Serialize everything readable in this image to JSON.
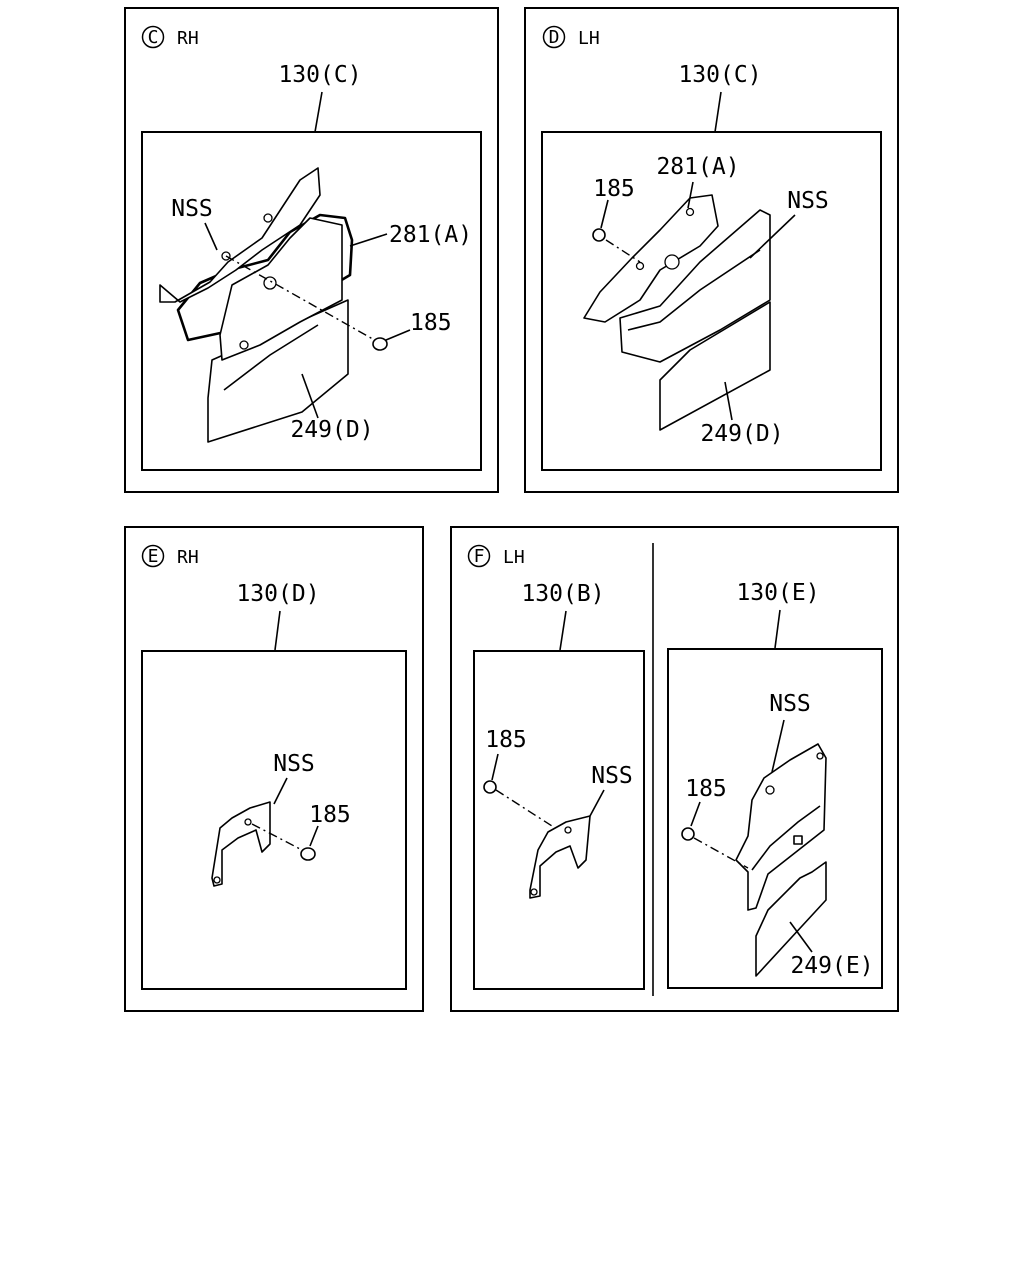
{
  "panels": [
    {
      "id": "C",
      "letter": "C",
      "side": "RH",
      "group_label": "130(C)",
      "callouts": {
        "nss": "NSS",
        "bracket": "281(A)",
        "bolt": "185",
        "pad": "249(D)"
      }
    },
    {
      "id": "D",
      "letter": "D",
      "side": "LH",
      "group_label": "130(C)",
      "callouts": {
        "nss": "NSS",
        "bracket": "281(A)",
        "bolt": "185",
        "pad": "249(D)"
      }
    },
    {
      "id": "E",
      "letter": "E",
      "side": "RH",
      "group_label": "130(D)",
      "callouts": {
        "nss": "NSS",
        "bolt": "185"
      }
    },
    {
      "id": "F",
      "letter": "F",
      "side": "LH",
      "group_label_left": "130(B)",
      "group_label_right": "130(E)",
      "callouts_left": {
        "bolt": "185",
        "nss": "NSS"
      },
      "callouts_right": {
        "nss": "NSS",
        "bolt": "185",
        "pad": "249(E)"
      }
    }
  ]
}
